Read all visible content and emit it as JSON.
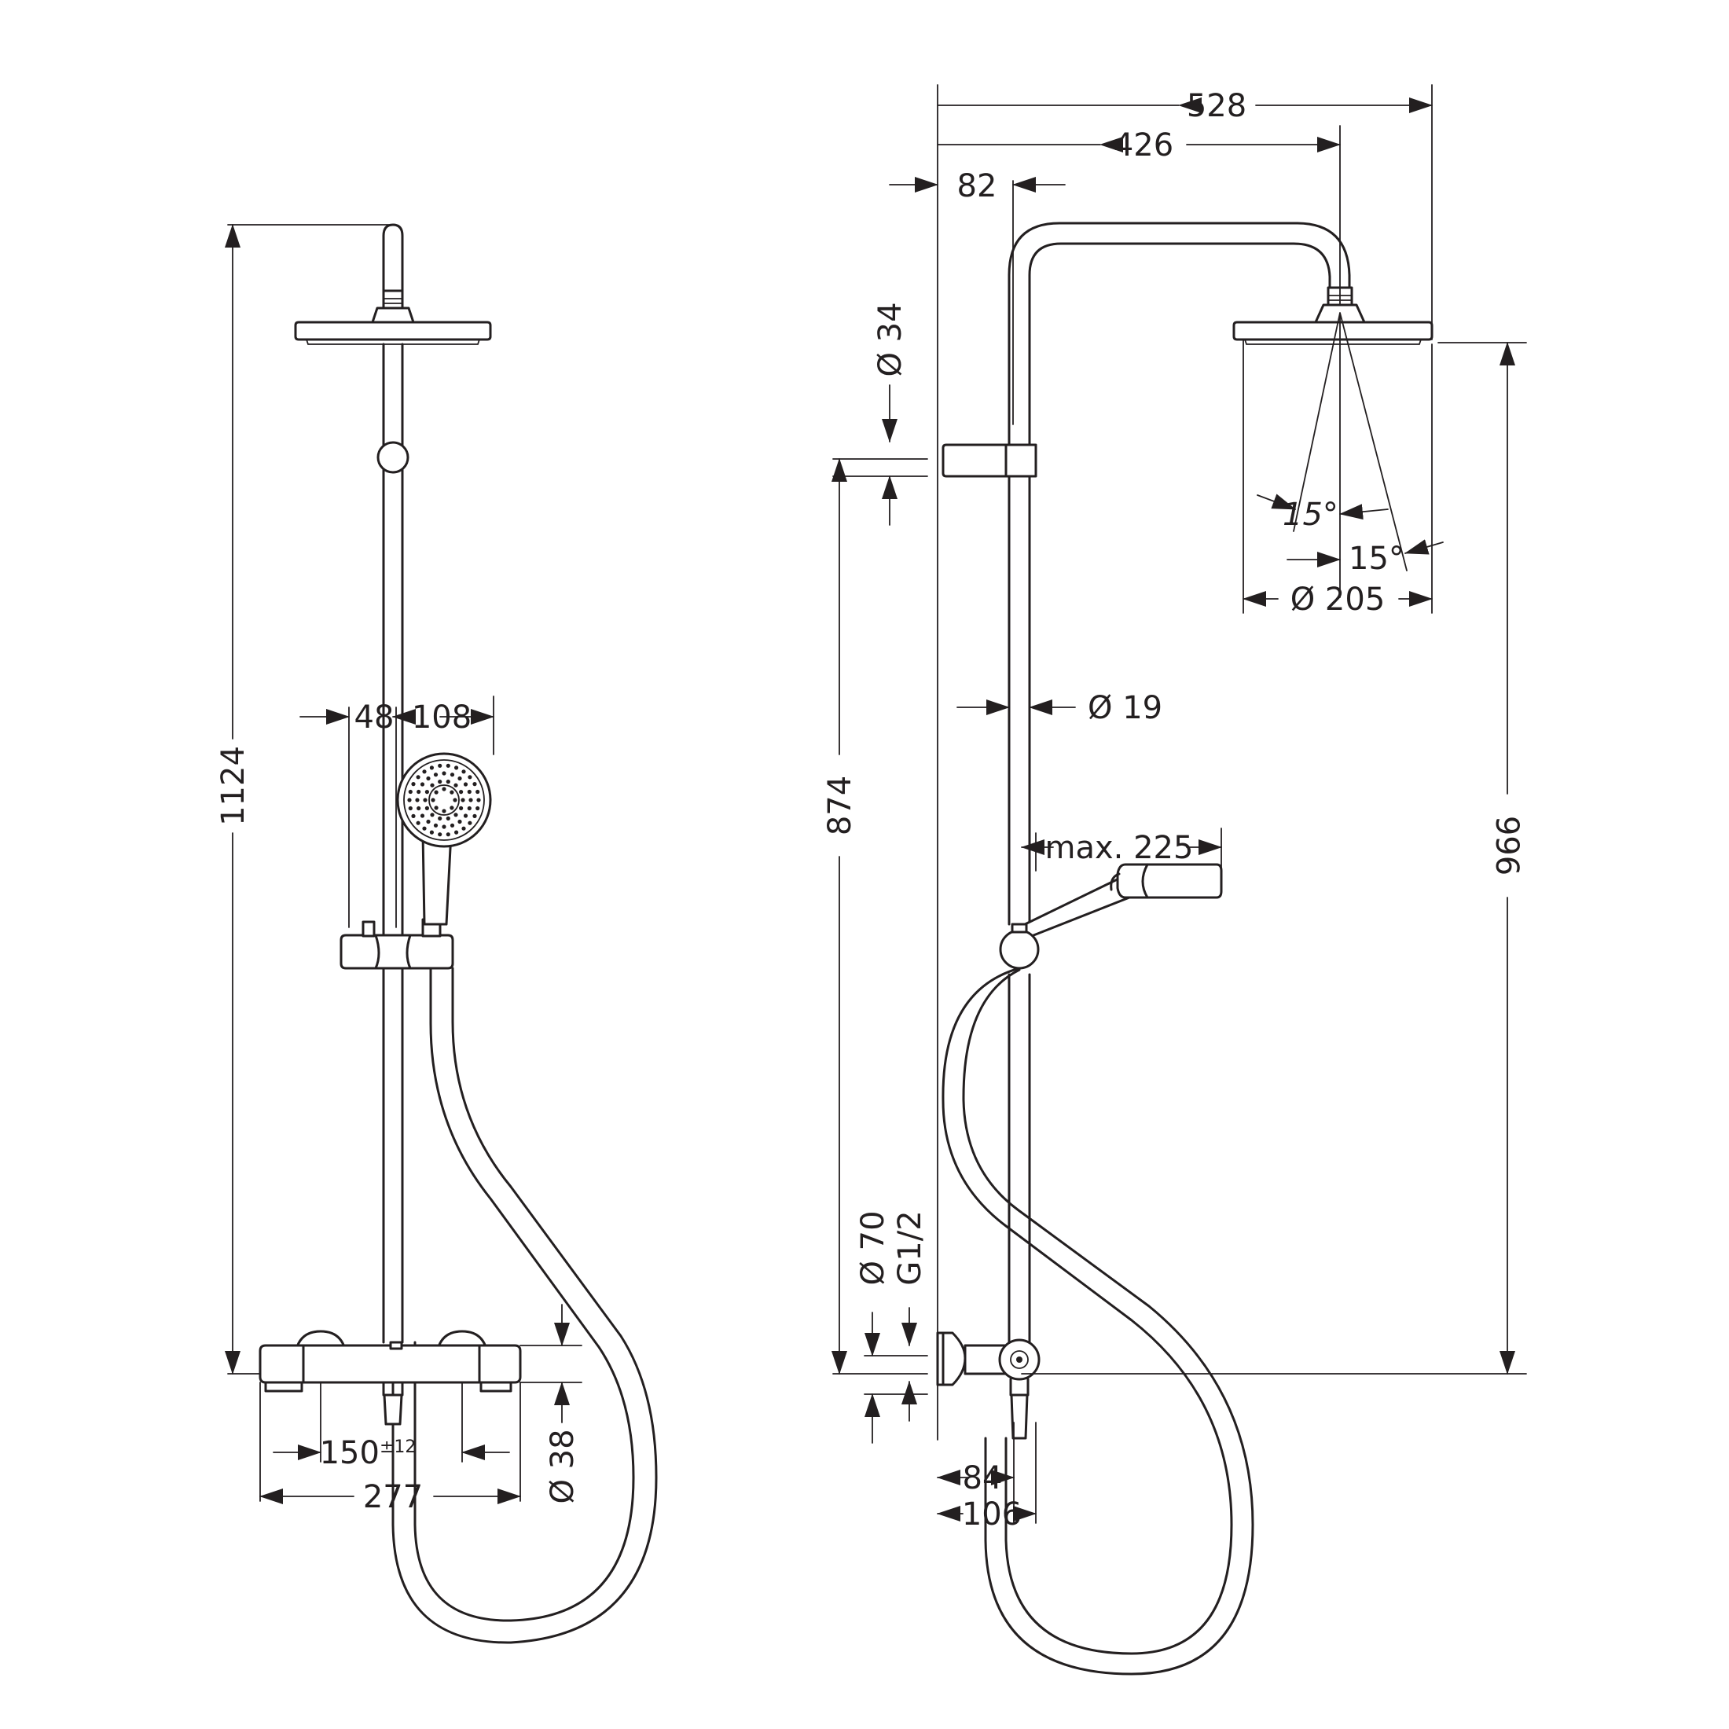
{
  "dimensions": {
    "overall_width": "528",
    "arm_length": "426",
    "wall_offset": "82",
    "bracket_diameter": "Ø 34",
    "head_tilt_left": "15°",
    "head_tilt_right": "15°",
    "head_diameter": "Ø 205",
    "rail_diameter": "Ø 19",
    "handshower_reach": "max. 225",
    "height_bracket": "874",
    "height_head": "996",
    "total_height": "1124",
    "handshower_offset": "48",
    "handshower_diameter": "108",
    "connection_diameter": "Ø 70",
    "connection_thread": "G1/2",
    "mixer_depth_84": "84",
    "mixer_depth_106": "106",
    "center_distance": "150",
    "center_tolerance": "±12",
    "mixer_width": "277",
    "mixer_diameter": "Ø 38"
  }
}
